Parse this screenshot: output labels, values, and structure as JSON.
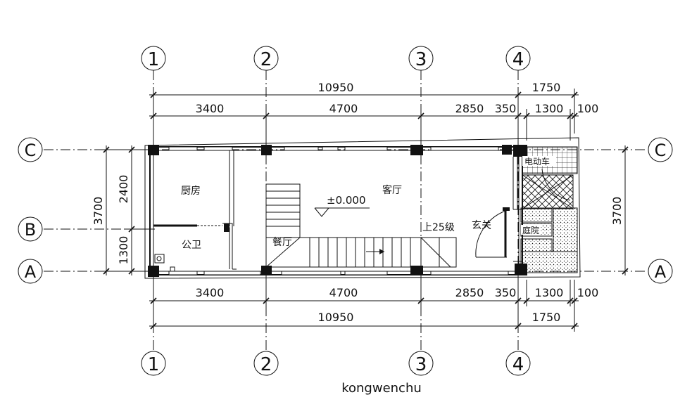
{
  "grid_x": [
    "1",
    "2",
    "3",
    "4"
  ],
  "grid_y": [
    "C",
    "B",
    "A"
  ],
  "dims_top": {
    "overall": "10950",
    "right_overall": "1750",
    "seg1": "3400",
    "seg2": "4700",
    "seg3": "2850",
    "seg4": "350",
    "seg5": "1300",
    "seg6": "100"
  },
  "dims_bottom": {
    "overall": "10950",
    "right_overall": "1750",
    "seg1": "3400",
    "seg2": "4700",
    "seg3": "2850",
    "seg4": "350",
    "seg5": "1300",
    "seg6": "100"
  },
  "dims_left": {
    "overall": "3700",
    "upper": "2400",
    "lower": "1300"
  },
  "dims_right": {
    "overall": "3700"
  },
  "rooms": {
    "kitchen": "厨房",
    "bathroom": "公卫",
    "living": "客厅",
    "dining": "餐厅",
    "foyer": "玄关",
    "ebike": "电动车",
    "courtyard": "庭院"
  },
  "elevation": "±0.000",
  "stair_note": "上25级",
  "watermark": "kongwenchu"
}
